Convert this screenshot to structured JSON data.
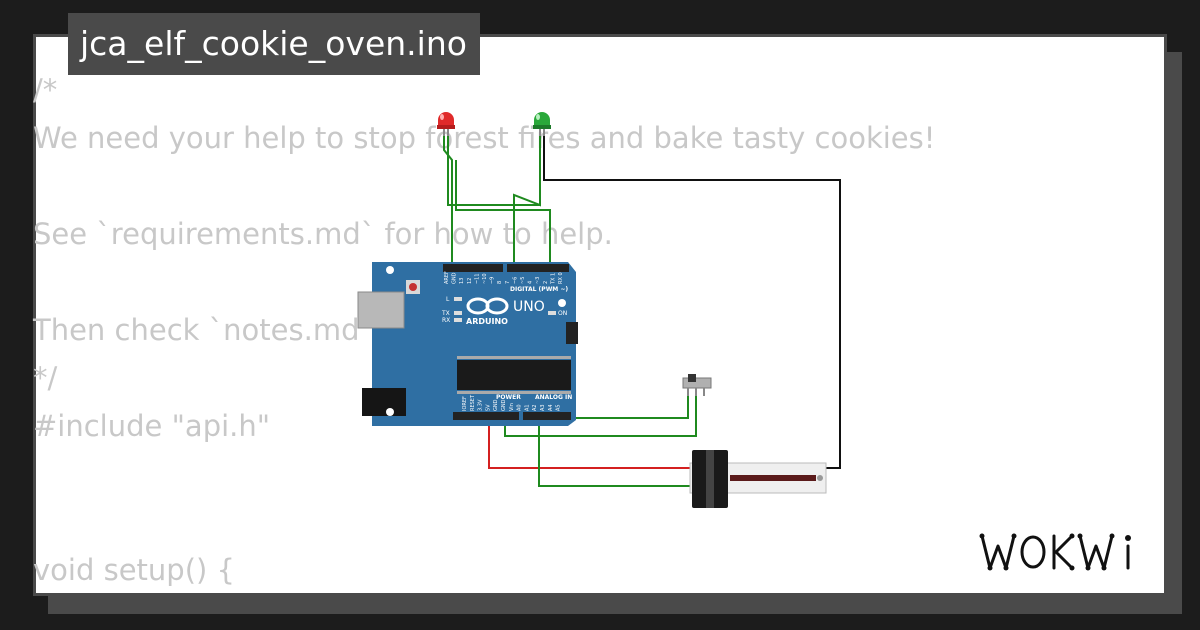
{
  "project": {
    "filename": "jca_elf_cookie_oven.ino"
  },
  "code_lines": [
    "/*",
    "We need your help to stop forest fires and bake tasty cookies!",
    "",
    "See `requirements.md` for how to help.",
    "",
    "Then check `notes.md`",
    "*/",
    "#include \"api.h\"",
    "",
    "",
    "void setup() {"
  ],
  "board": {
    "brand": "ARDUINO",
    "model": "UNO",
    "digital_header": "DIGITAL (PWM ~)",
    "power_header": "POWER",
    "analog_header": "ANALOG IN",
    "on_label": "ON",
    "l_label": "L",
    "tx_label": "TX",
    "rx_label": "RX",
    "top_pins": [
      "AREF",
      "GND",
      "13",
      "12",
      "~11",
      "~10",
      "~9",
      "8",
      "7",
      "~6",
      "~5",
      "4",
      "~3",
      "2",
      "TX 1",
      "RX 0"
    ],
    "bottom_pins": [
      "IOREF",
      "RESET",
      "3.3V",
      "5V",
      "GND",
      "GND",
      "Vin",
      "A0",
      "A1",
      "A2",
      "A3",
      "A4",
      "A5"
    ]
  },
  "logo": {
    "text": "WOKWi"
  },
  "colors": {
    "background": "#1c1c1c",
    "card": "#ffffff",
    "frame": "#4a4a4a",
    "code_text": "#c8c8c8",
    "board_blue": "#2f6fa3",
    "wire_green": "#1f8a1f",
    "wire_red": "#d42020",
    "wire_black": "#111111",
    "led_red": "#e02a2a",
    "led_green": "#2aa83a"
  },
  "icons": [
    "led-red-icon",
    "led-green-icon",
    "slide-switch-icon",
    "slide-potentiometer-icon",
    "arduino-uno-icon"
  ]
}
